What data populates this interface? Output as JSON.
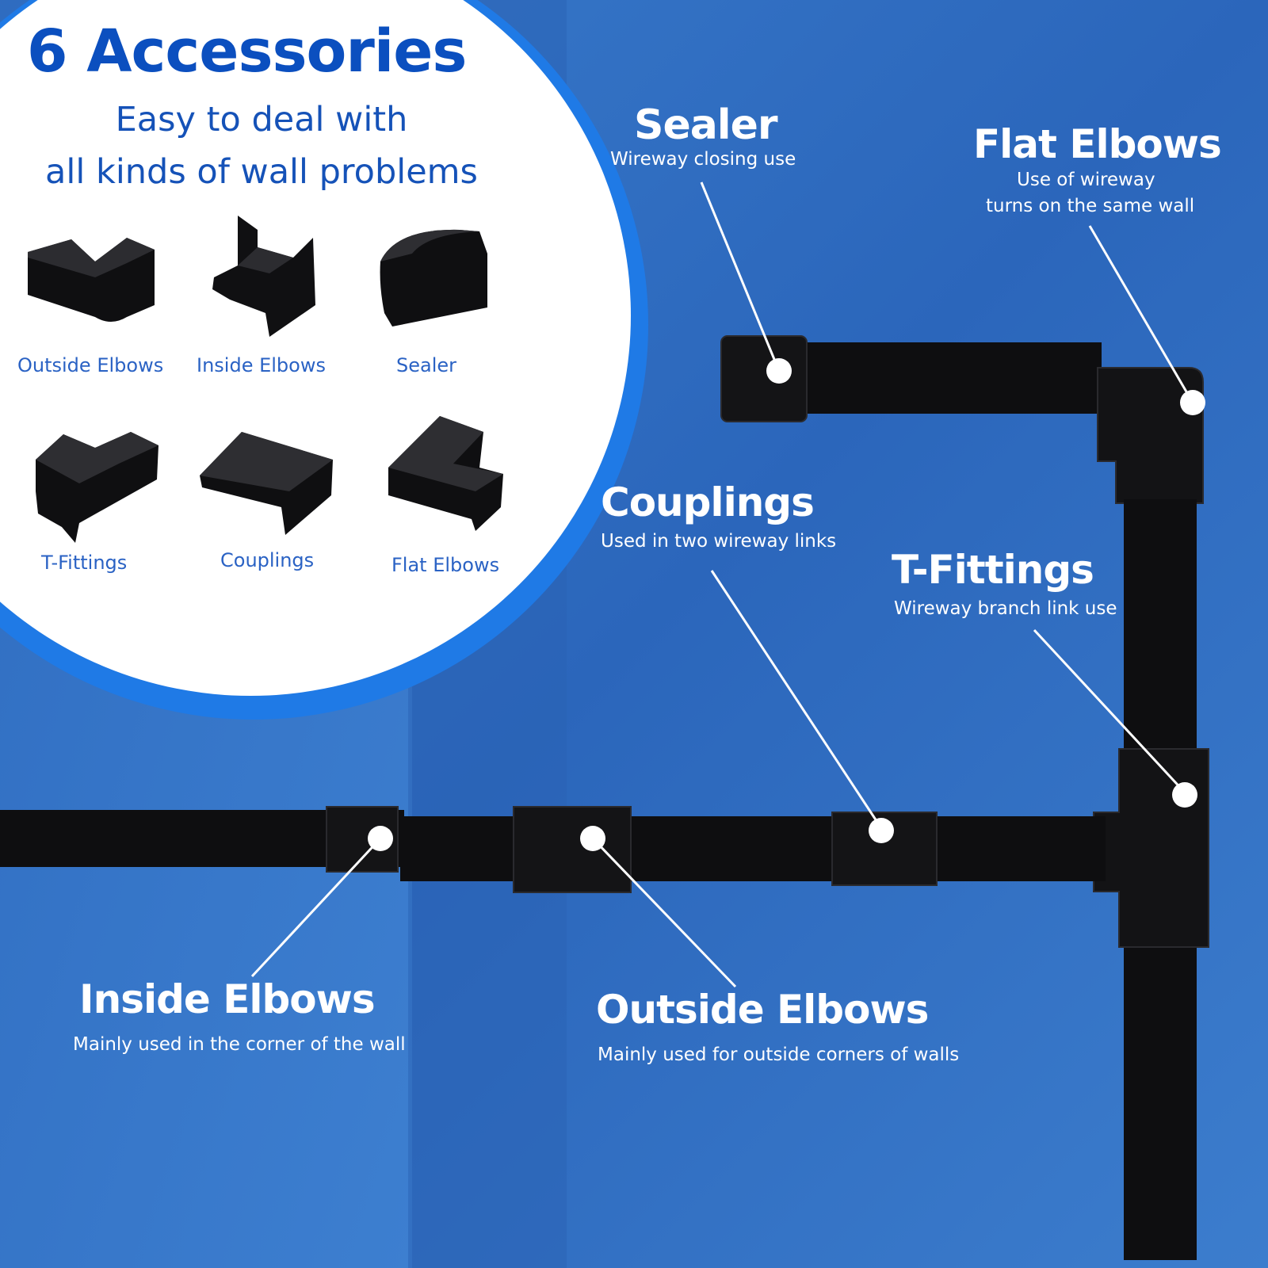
{
  "heading": {
    "title": "6 Accessories",
    "subtitle_line1": "Easy to deal with",
    "subtitle_line2": "all kinds of wall problems"
  },
  "thumbnails": [
    {
      "label": "Outside Elbows"
    },
    {
      "label": "Inside Elbows"
    },
    {
      "label": "Sealer"
    },
    {
      "label": "T-Fittings"
    },
    {
      "label": "Couplings"
    },
    {
      "label": "Flat Elbows"
    }
  ],
  "callouts": {
    "sealer": {
      "title": "Sealer",
      "desc": "Wireway closing use"
    },
    "flat_elbows": {
      "title": "Flat Elbows",
      "desc_line1": "Use of wireway",
      "desc_line2": "turns on the same wall"
    },
    "couplings": {
      "title": "Couplings",
      "desc": "Used in two wireway links"
    },
    "t_fittings": {
      "title": "T-Fittings",
      "desc": "Wireway branch link use"
    },
    "inside_elbows": {
      "title": "Inside Elbows",
      "desc": "Mainly used in the corner of the wall"
    },
    "outside_elbows": {
      "title": "Outside Elbows",
      "desc": "Mainly used for outside corners of walls"
    }
  },
  "colors": {
    "background": "#3a78c8",
    "circle_ring": "#1f7ae6",
    "heading_blue": "#0b4fbf",
    "raceway": "#0d0d0f"
  }
}
